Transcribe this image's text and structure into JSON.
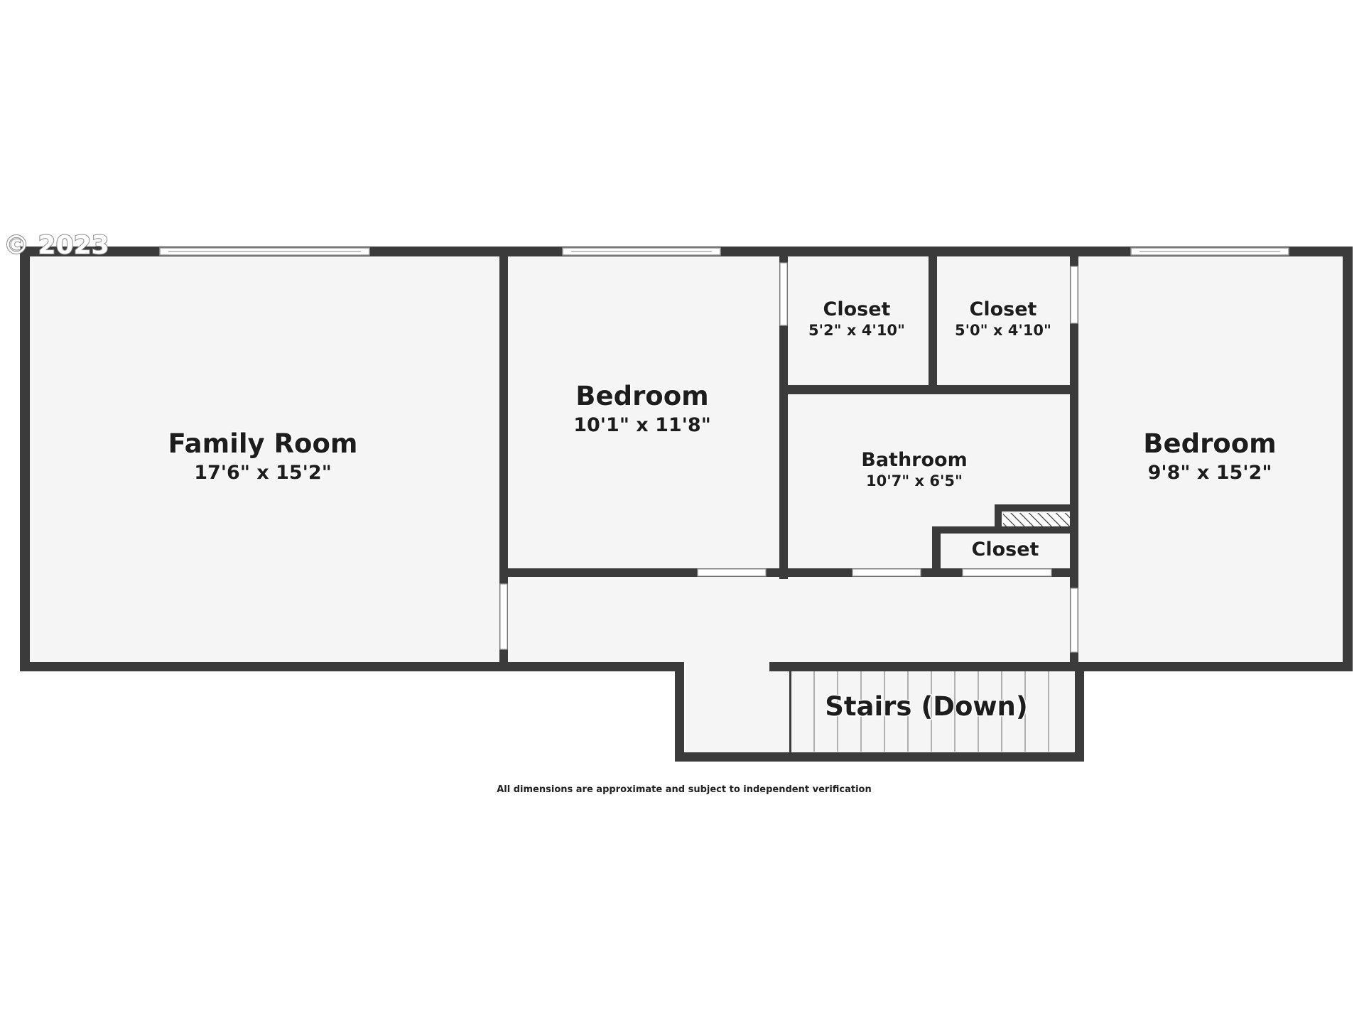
{
  "watermark": "© 2023",
  "rooms": {
    "family_room": {
      "name": "Family Room",
      "dims": "17'6\" x 15'2\""
    },
    "bedroom_1": {
      "name": "Bedroom",
      "dims": "10'1\" x 11'8\""
    },
    "closet_1": {
      "name": "Closet",
      "dims": "5'2\" x 4'10\""
    },
    "closet_2": {
      "name": "Closet",
      "dims": "5'0\" x 4'10\""
    },
    "bathroom": {
      "name": "Bathroom",
      "dims": "10'7\" x 6'5\""
    },
    "closet_3": {
      "name": "Closet"
    },
    "bedroom_2": {
      "name": "Bedroom",
      "dims": "9'8\" x 15'2\""
    },
    "stairs": {
      "name": "Stairs (Down)"
    }
  },
  "disclaimer": "All dimensions are approximate and subject to independent verification",
  "colors": {
    "wall": "#3b3b3b",
    "floor": "#f5f5f5",
    "background": "#ffffff"
  }
}
